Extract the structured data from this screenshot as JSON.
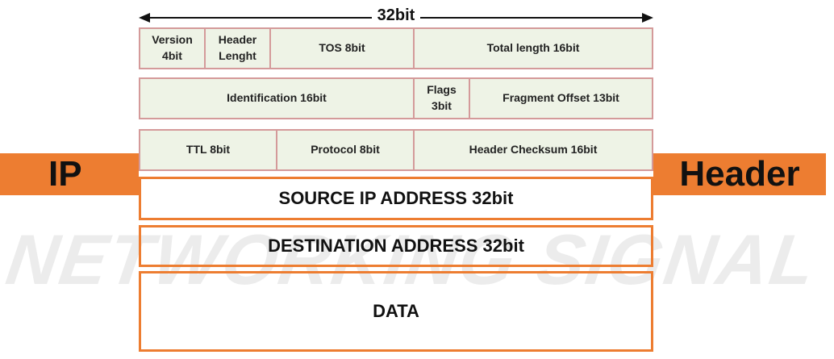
{
  "width_label": "32bit",
  "side_labels": {
    "left": "IP",
    "right": "Header"
  },
  "watermark": "NETWORKING SIGNAL",
  "rows": [
    {
      "cells": [
        {
          "label": "Version\n4bit"
        },
        {
          "label": "Header\nLenght"
        },
        {
          "label": "TOS 8bit"
        },
        {
          "label": "Total length 16bit"
        }
      ]
    },
    {
      "cells": [
        {
          "label": "Identification 16bit"
        },
        {
          "label": "Flags\n3bit"
        },
        {
          "label": "Fragment Offset 13bit"
        }
      ]
    },
    {
      "cells": [
        {
          "label": "TTL 8bit"
        },
        {
          "label": "Protocol 8bit"
        },
        {
          "label": "Header Checksum 16bit"
        }
      ]
    }
  ],
  "address_rows": {
    "source": "SOURCE IP ADDRESS 32bit",
    "destination": "DESTINATION ADDRESS 32bit",
    "data": "DATA"
  },
  "colors": {
    "accent_orange": "#ed7d31",
    "field_fill": "#eef3e6",
    "field_border": "#d49a9a"
  }
}
